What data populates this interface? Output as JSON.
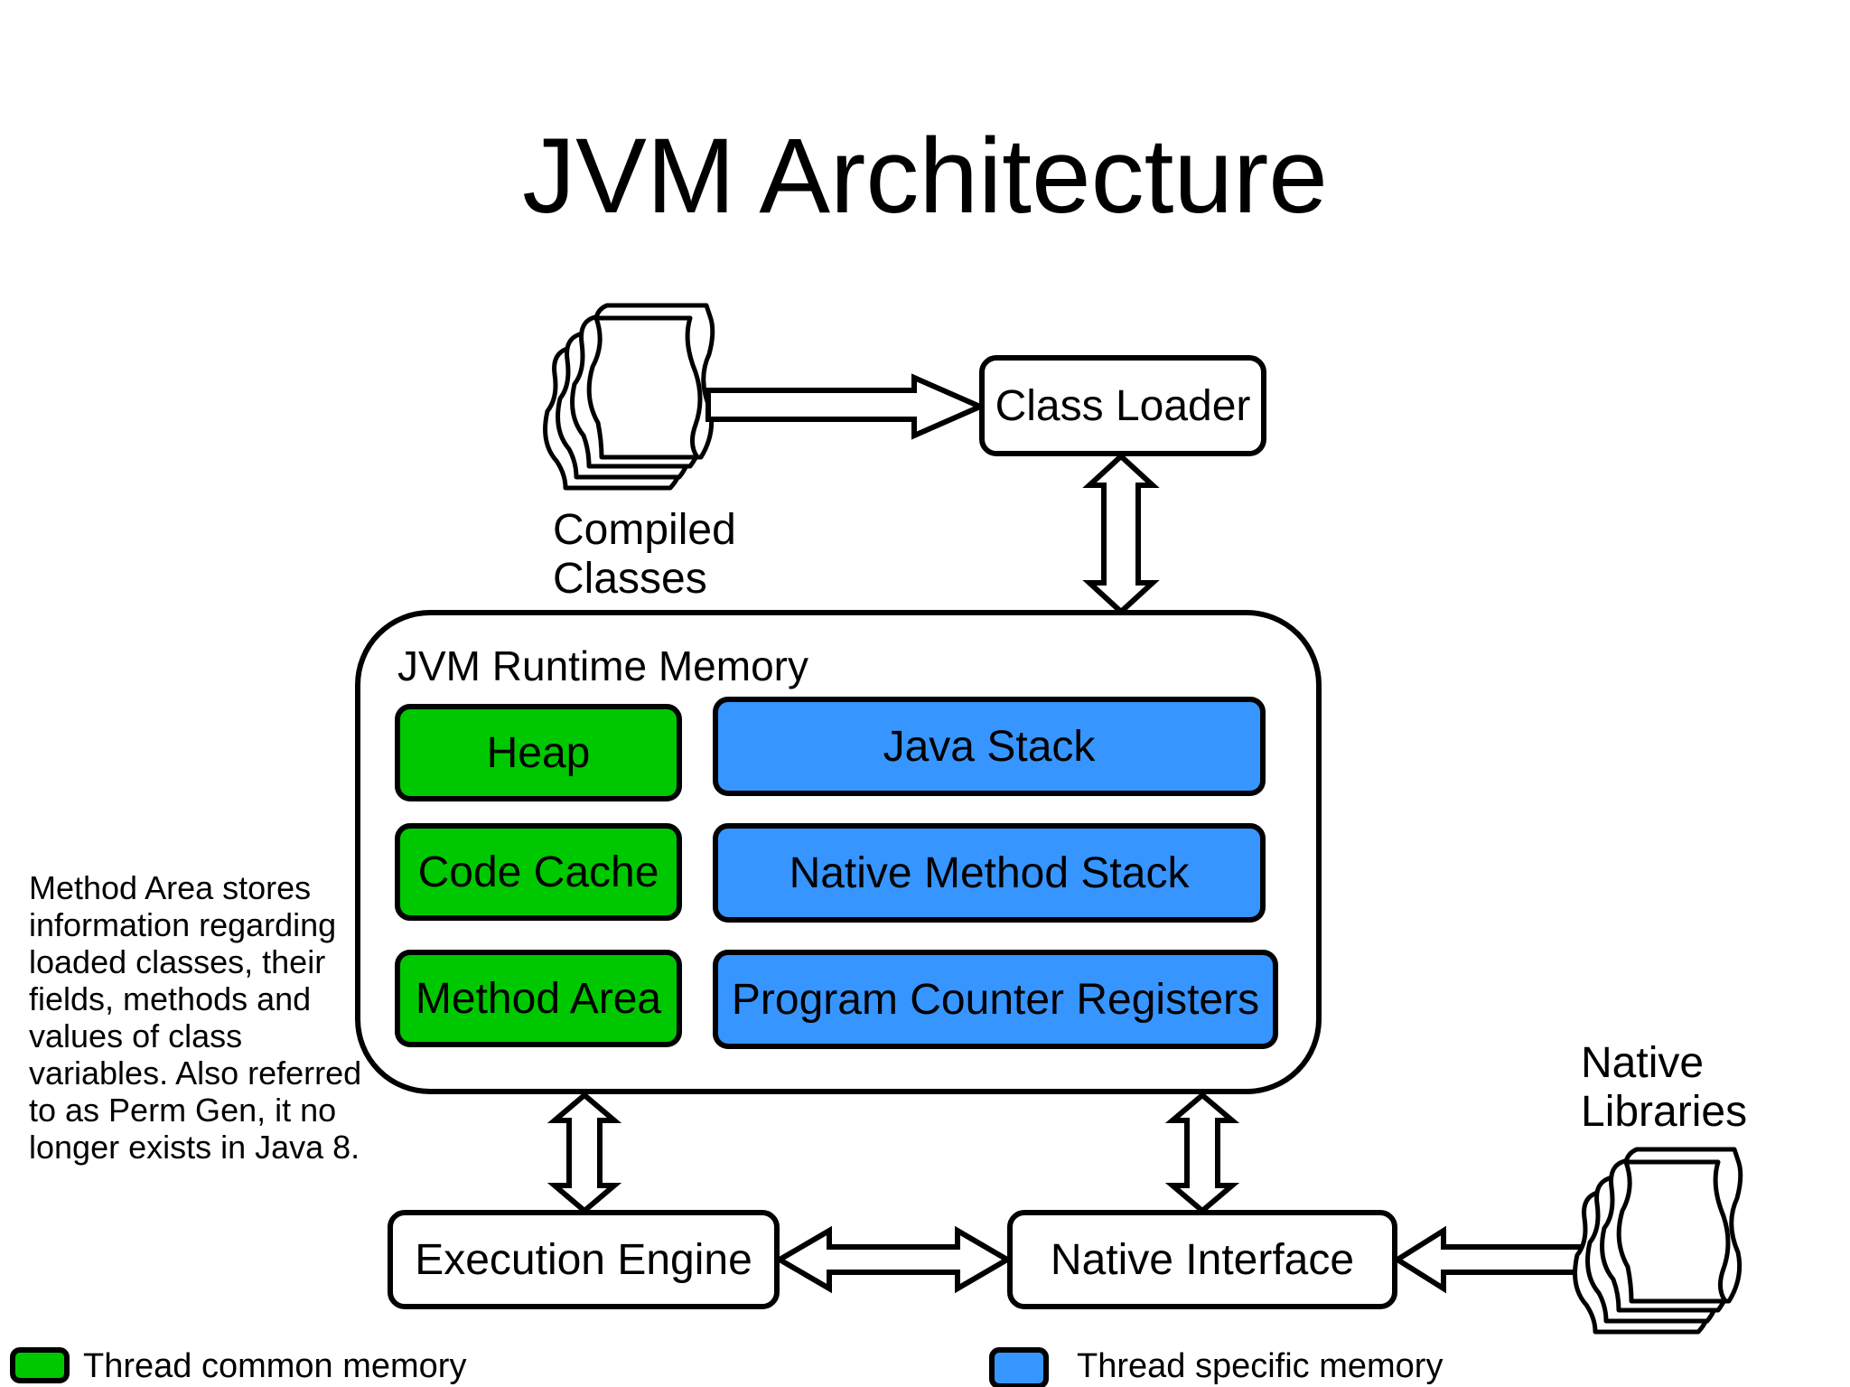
{
  "title": "JVM Architecture",
  "compiled_classes": {
    "line1": "Compiled",
    "line2": "Classes",
    "icon": "document-stack-icon"
  },
  "class_loader": {
    "label": "Class Loader"
  },
  "runtime_memory": {
    "title": "JVM Runtime Memory",
    "common": [
      {
        "label": "Heap"
      },
      {
        "label": "Code Cache"
      },
      {
        "label": "Method Area"
      }
    ],
    "specific": [
      {
        "label": "Java Stack"
      },
      {
        "label": "Native Method Stack"
      },
      {
        "label": "Program Counter Registers"
      }
    ]
  },
  "note": "Method Area stores information regarding loaded classes, their fields, methods and values of class variables. Also referred to as Perm Gen, it no longer exists in Java 8.",
  "execution_engine": {
    "label": "Execution Engine"
  },
  "native_interface": {
    "label": "Native Interface"
  },
  "native_libraries": {
    "line1": "Native",
    "line2": "Libraries",
    "icon": "document-stack-icon"
  },
  "legend": {
    "common": {
      "label": "Thread common memory",
      "color": "#00c800"
    },
    "specific": {
      "label": "Thread specific memory",
      "color": "#3795ff"
    }
  },
  "colors": {
    "common": "#00c800",
    "specific": "#3795ff",
    "stroke": "#000000",
    "fill": "#ffffff"
  }
}
